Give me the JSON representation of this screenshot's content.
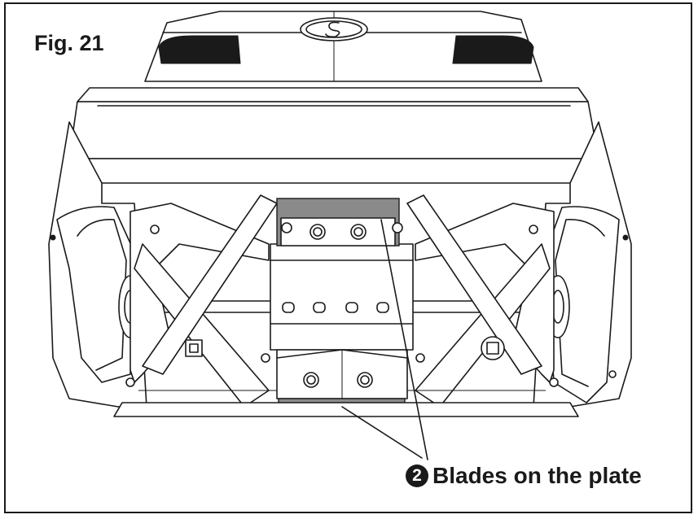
{
  "figure": {
    "label": "Fig. 21"
  },
  "callout": {
    "number": "2",
    "text": "Blades on the plate"
  },
  "colors": {
    "line": "#1a1a1a",
    "highlight_blade": "#8a8a8a",
    "background": "#ffffff"
  },
  "icons": {
    "brand_logo": "s-logo-icon",
    "bolt": "hex-bolt-icon"
  }
}
